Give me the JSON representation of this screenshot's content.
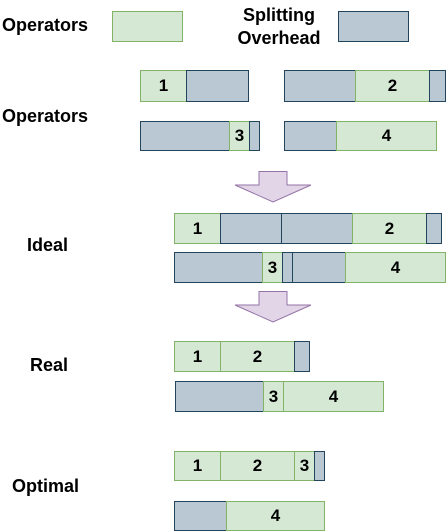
{
  "legend": {
    "operators_label": "Operators",
    "overhead_label_line1": "Splitting",
    "overhead_label_line2": "Overhead",
    "operator_color": "#d5e8d4",
    "operator_border": "#82b366",
    "overhead_color": "#bac8d3",
    "overhead_border": "#23445d"
  },
  "rows": {
    "operators": "Operators",
    "ideal": "Ideal",
    "real": "Real",
    "optimal": "Optimal"
  },
  "blocks": {
    "op1": "1",
    "op2": "2",
    "op3": "3",
    "op4": "4",
    "ideal1": "1",
    "ideal2": "2",
    "ideal3": "3",
    "ideal4": "4",
    "real1": "1",
    "real2": "2",
    "real3": "3",
    "real4": "4",
    "opt1": "1",
    "opt2": "2",
    "opt3": "3",
    "opt4": "4"
  },
  "arrow_color": "#e1d5e7"
}
